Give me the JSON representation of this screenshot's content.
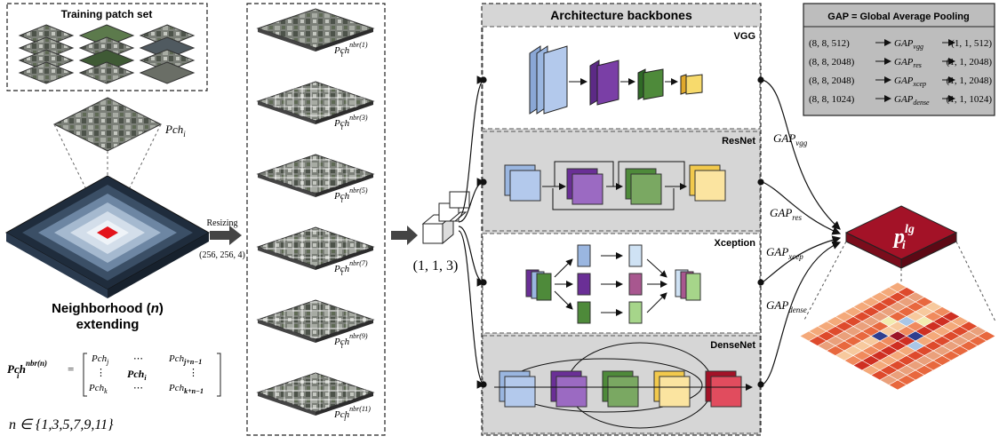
{
  "training": {
    "title": "Training patch set",
    "patch_label": "Pch",
    "patch_sub": "i"
  },
  "neighborhood": {
    "title_line1": "Neighborhood (",
    "title_var": "n",
    "title_line1_end": ")",
    "title_line2": "extending",
    "matrix": {
      "lhs": "Pch",
      "lhs_sub": "i",
      "lhs_sup": "nbr(n)",
      "cells": [
        [
          "Pch_j",
          "⋯",
          "Pch_{j+n−1}"
        ],
        [
          "⋮",
          "Pch_i",
          "⋮"
        ],
        [
          "Pch_k",
          "⋯",
          "Pch_{k+n−1}"
        ]
      ]
    },
    "n_set": "n ∈ {1,3,5,7,9,11}"
  },
  "resizing": {
    "label": "Resizing",
    "size": "(256, 256, 4)"
  },
  "stack": {
    "labels": [
      "nbr(1)",
      "nbr(3)",
      "nbr(5)",
      "nbr(7)",
      "nbr(9)",
      "nbr(11)"
    ]
  },
  "gap_input": {
    "label": "(1, 1, 3)"
  },
  "backbones": {
    "title": "Architecture backbones",
    "models": [
      "VGG",
      "ResNet",
      "Xception",
      "DenseNet"
    ]
  },
  "gap": {
    "title": "GAP = Global Average Pooling",
    "rows": [
      {
        "input": "(8, 8, 512)",
        "sub": "vgg",
        "output": "(1, 1, 512)"
      },
      {
        "input": "(8, 8, 2048)",
        "sub": "res",
        "output": "(1, 1, 2048)"
      },
      {
        "input": "(8, 8, 2048)",
        "sub": "xcep",
        "output": "(1, 1, 2048)"
      },
      {
        "input": "(8, 8, 1024)",
        "sub": "dense",
        "output": "(1, 1, 1024)"
      }
    ],
    "labels": [
      "vgg",
      "res",
      "xcep",
      "dense"
    ],
    "prefix": "GAP"
  },
  "output": {
    "label": "p",
    "sup": "lg",
    "sub": "i"
  },
  "colors": {
    "vgg_blue": "#9ab6e0",
    "vgg_purple": "#7a3fa6",
    "vgg_green": "#4e8a3a",
    "vgg_yellow": "#f2c94c",
    "output_red": "#a31227",
    "panel_gray": "#d6d6d6",
    "gap_box": "#bdbdbd"
  }
}
